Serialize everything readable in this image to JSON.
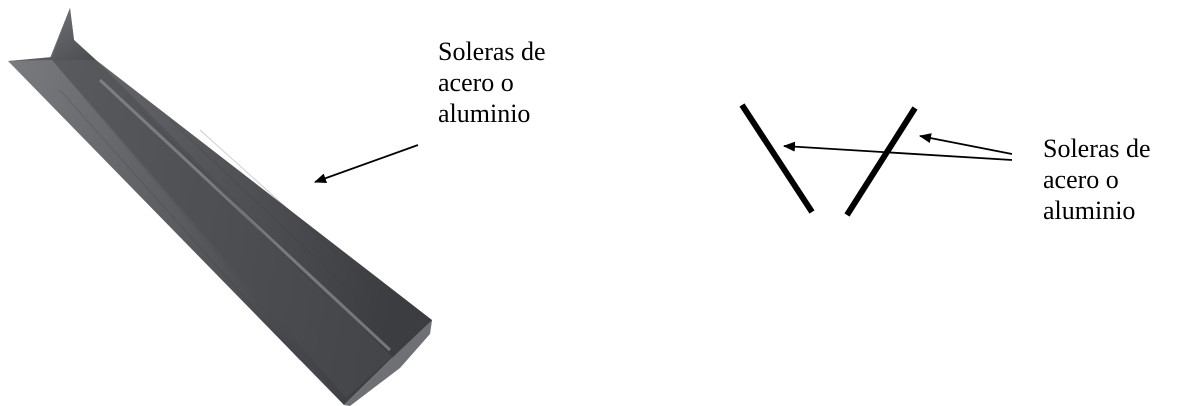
{
  "diagram": {
    "heading": "",
    "left_label": {
      "lines": [
        "Soleras de",
        "acero o",
        "aluminio"
      ]
    },
    "right_label": {
      "lines": [
        "Soleras de",
        "acero o",
        "aluminio"
      ]
    },
    "colors": {
      "metal_dark": "#3e3e40",
      "metal_mid": "#58595c",
      "metal_light": "#77787b",
      "ink": "#000000"
    }
  }
}
